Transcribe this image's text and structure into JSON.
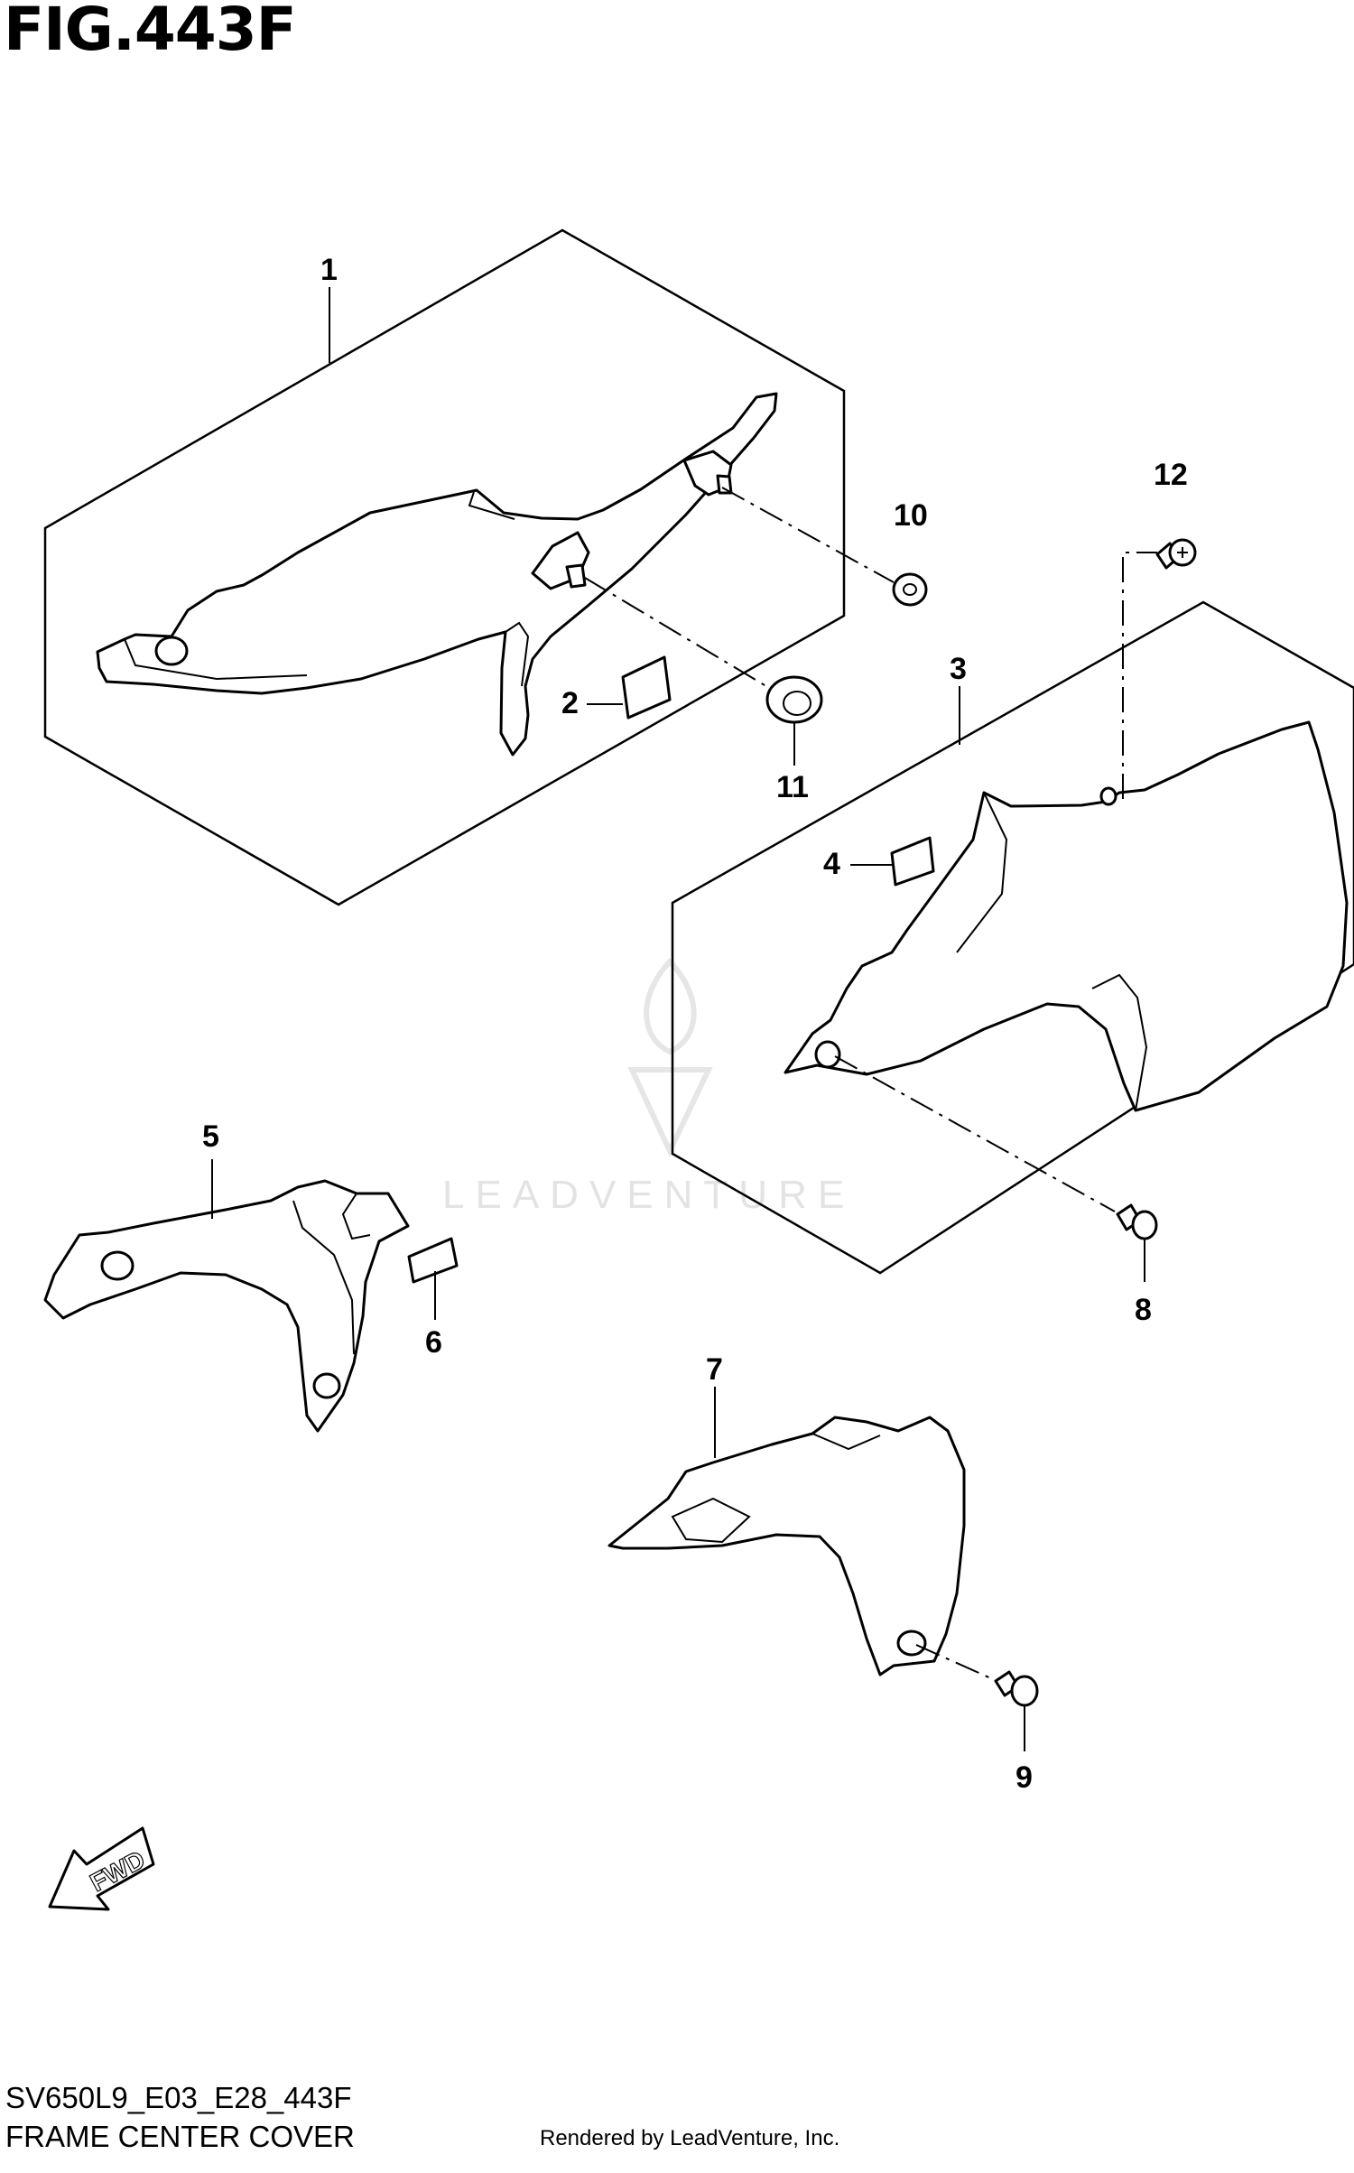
{
  "figure": {
    "title": "FIG.443F",
    "code": "SV650L9_E03_E28_443F",
    "name": "FRAME CENTER COVER",
    "rendered_by": "Rendered by LeadVenture, Inc.",
    "watermark": "LEADVENTURE",
    "fwd_label": "FWD"
  },
  "callouts": {
    "c1": "1",
    "c2": "2",
    "c3": "3",
    "c4": "4",
    "c5": "5",
    "c6": "6",
    "c7": "7",
    "c8": "8",
    "c9": "9",
    "c10": "10",
    "c11": "11",
    "c12": "12"
  }
}
